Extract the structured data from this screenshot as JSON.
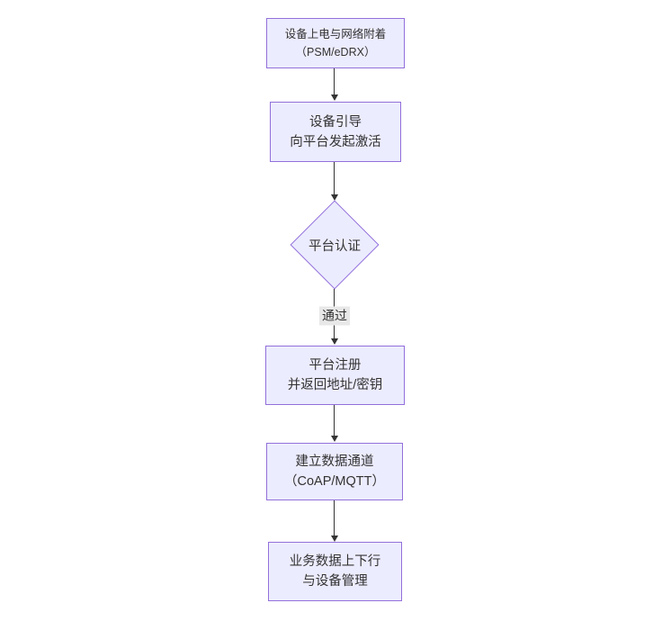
{
  "diagram": {
    "type": "flowchart",
    "direction": "top-down",
    "colors": {
      "canvas_bg": "#ffffff",
      "node_fill": "#ECECFF",
      "node_border": "#9370DB",
      "edge_color": "#333333",
      "text_color": "#333333",
      "edge_label_bg": "#e8e8e8"
    },
    "nodes": [
      {
        "id": "power-attach",
        "shape": "rect",
        "lines": [
          "设备上电与网络附着",
          "（PSM/eDRX）"
        ]
      },
      {
        "id": "bootstrap",
        "shape": "rect",
        "lines": [
          "设备引导",
          "向平台发起激活"
        ]
      },
      {
        "id": "platform-auth",
        "shape": "diamond",
        "lines": [
          "平台认证"
        ]
      },
      {
        "id": "register",
        "shape": "rect",
        "lines": [
          "平台注册",
          "并返回地址/密钥"
        ]
      },
      {
        "id": "data-channel",
        "shape": "rect",
        "lines": [
          "建立数据通道",
          "（CoAP/MQTT）"
        ]
      },
      {
        "id": "business-data",
        "shape": "rect",
        "lines": [
          "业务数据上下行",
          "与设备管理"
        ]
      }
    ],
    "edges": [
      {
        "from": "power-attach",
        "to": "bootstrap",
        "label": ""
      },
      {
        "from": "bootstrap",
        "to": "platform-auth",
        "label": ""
      },
      {
        "from": "platform-auth",
        "to": "register",
        "label": "通过"
      },
      {
        "from": "register",
        "to": "data-channel",
        "label": ""
      },
      {
        "from": "data-channel",
        "to": "business-data",
        "label": ""
      }
    ]
  }
}
